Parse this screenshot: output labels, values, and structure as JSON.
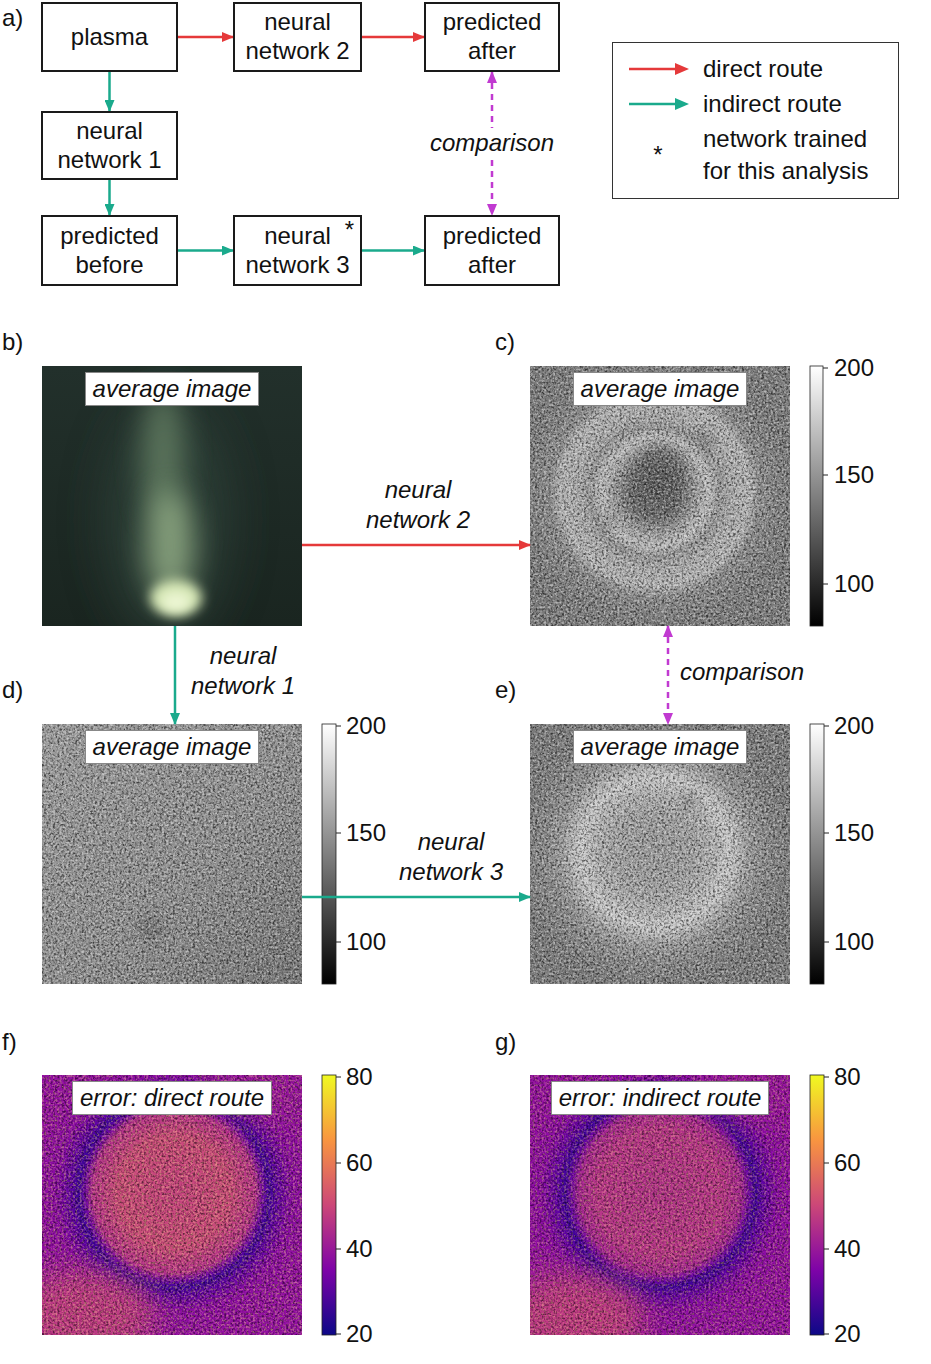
{
  "diagram": {
    "nodes": [
      {
        "text": [
          "plasma"
        ]
      },
      {
        "text": [
          "neural network 2"
        ]
      },
      {
        "text": [
          "predicted after"
        ]
      },
      {
        "text": [
          "neural network 1"
        ]
      },
      {
        "text": [
          "predicted before"
        ]
      },
      {
        "text": [
          "neural network 3",
          "*"
        ]
      },
      {
        "text": [
          "predicted after"
        ]
      },
      {
        "text": [
          "average image"
        ]
      },
      {
        "text": [
          "average image"
        ]
      },
      {
        "text": [
          "average image"
        ]
      },
      {
        "text": [
          "average image"
        ]
      },
      {
        "text": [
          "error: direct route"
        ]
      },
      {
        "text": [
          "error: indirect route"
        ]
      }
    ],
    "edges": [
      {
        "from": 0,
        "to": 1,
        "arrow": "to"
      },
      {
        "from": 1,
        "to": 2,
        "arrow": "to"
      },
      {
        "from": 0,
        "to": 3,
        "arrow": "to"
      },
      {
        "from": 3,
        "to": 4,
        "arrow": "to"
      },
      {
        "from": 4,
        "to": 5,
        "arrow": "to"
      },
      {
        "from": 5,
        "to": 6,
        "arrow": "to"
      },
      {
        "from": 2,
        "to": 6,
        "arrow": "both",
        "label": "comparison"
      },
      {
        "from": 7,
        "to": 8,
        "arrow": "to",
        "label": "neural network 2"
      },
      {
        "from": 7,
        "to": 9,
        "arrow": "to",
        "label": "neural network 1"
      },
      {
        "from": 9,
        "to": 10,
        "arrow": "to",
        "label": "neural network 3"
      },
      {
        "from": 8,
        "to": 10,
        "arrow": "both",
        "label": "comparison"
      }
    ],
    "labels": [
      "a)",
      "*",
      "b)",
      "c)",
      "200",
      "150",
      "100",
      "d)",
      "e)",
      "200",
      "150",
      "100",
      "200",
      "150",
      "100",
      "f)",
      "g)",
      "80",
      "60",
      "40",
      "20",
      "80",
      "60",
      "40",
      "20"
    ],
    "legend": [
      {
        "text": "direct route"
      },
      {
        "text": "indirect route"
      },
      {
        "text": "network trained for this analysis"
      }
    ]
  }
}
